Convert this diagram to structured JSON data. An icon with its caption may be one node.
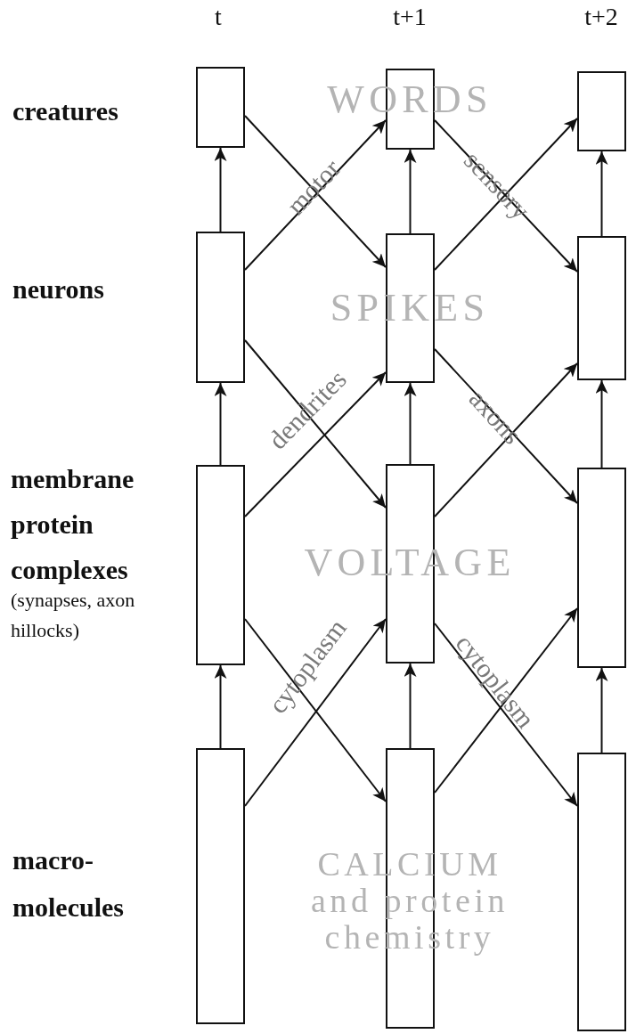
{
  "diagram": {
    "nodes": [
      {
        "text": [],
        "shape": "box"
      },
      {
        "text": [],
        "shape": "box"
      },
      {
        "text": [],
        "shape": "box"
      },
      {
        "text": [],
        "shape": "box"
      },
      {
        "text": [],
        "shape": "box"
      },
      {
        "text": [],
        "shape": "box"
      },
      {
        "text": [],
        "shape": "box"
      },
      {
        "text": [],
        "shape": "box"
      },
      {
        "text": [],
        "shape": "box"
      },
      {
        "text": [],
        "shape": "box"
      },
      {
        "text": [],
        "shape": "box"
      },
      {
        "text": [],
        "shape": "box"
      }
    ],
    "edges": [
      {
        "from": 3,
        "to": 0,
        "arrow": "to"
      },
      {
        "from": 4,
        "to": 1,
        "arrow": "to"
      },
      {
        "from": 5,
        "to": 2,
        "arrow": "to"
      },
      {
        "from": 6,
        "to": 3,
        "arrow": "to"
      },
      {
        "from": 7,
        "to": 4,
        "arrow": "to"
      },
      {
        "from": 8,
        "to": 5,
        "arrow": "to"
      },
      {
        "from": 9,
        "to": 6,
        "arrow": "to"
      },
      {
        "from": 10,
        "to": 7,
        "arrow": "to"
      },
      {
        "from": 11,
        "to": 8,
        "arrow": "to"
      },
      {
        "from": 0,
        "to": 4,
        "arrow": "to"
      },
      {
        "from": 3,
        "to": 1,
        "arrow": "to",
        "label": "motor"
      },
      {
        "from": 1,
        "to": 5,
        "arrow": "to",
        "label": "sensory"
      },
      {
        "from": 4,
        "to": 2,
        "arrow": "to"
      },
      {
        "from": 3,
        "to": 7,
        "arrow": "to"
      },
      {
        "from": 6,
        "to": 4,
        "arrow": "to",
        "label": "dendrites"
      },
      {
        "from": 4,
        "to": 8,
        "arrow": "to",
        "label": "axons"
      },
      {
        "from": 7,
        "to": 5,
        "arrow": "to"
      },
      {
        "from": 6,
        "to": 10,
        "arrow": "to"
      },
      {
        "from": 9,
        "to": 7,
        "arrow": "to",
        "label": "cytoplasm"
      },
      {
        "from": 7,
        "to": 11,
        "arrow": "to",
        "label": "cytoplasm"
      },
      {
        "from": 10,
        "to": 8,
        "arrow": "to"
      }
    ],
    "labels": [
      "t",
      "t+1",
      "t+2",
      "creatures",
      "WORDS",
      "neurons",
      "SPIKES",
      "membrane protein complexes",
      "(synapses, axon hillocks)",
      "VOLTAGE",
      "macro-molecules",
      "CALCIUM and protein chemistry"
    ]
  }
}
